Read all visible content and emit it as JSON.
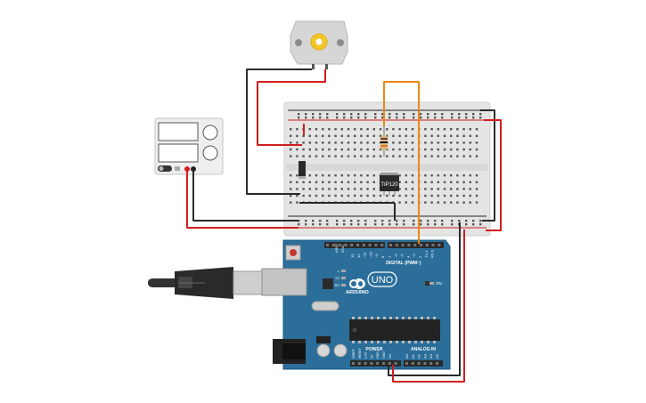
{
  "transistor": {
    "label": "TIP120"
  },
  "arduino": {
    "digital_header": "DIGITAL (PWM~)",
    "brand": "ARDUINO",
    "model": "UNO",
    "power_header": "POWER",
    "analog_header": "ANALOG IN",
    "aref": "AREF",
    "gnd": "GND",
    "digital_pins": [
      "13",
      "12",
      "~11",
      "~10",
      "~9",
      "8",
      "7",
      "~6",
      "~5",
      "4",
      "~3",
      "2",
      "TX 1",
      "RX 0"
    ],
    "power_pins": [
      "IOREF",
      "RESET",
      "3.3V",
      "5V",
      "GND",
      "GND",
      "Vin"
    ],
    "analog_pins": [
      "A0",
      "A1",
      "A2",
      "A3",
      "A4",
      "A5"
    ],
    "led_labels": [
      "L",
      "TX",
      "RX"
    ],
    "on_label": "ON"
  },
  "colors": {
    "wire_red": "#d11d1d",
    "wire_black": "#2a2a2a",
    "wire_orange": "#e88a14",
    "board_blue": "#2b6e9a",
    "breadboard": "#e6e6e6"
  }
}
